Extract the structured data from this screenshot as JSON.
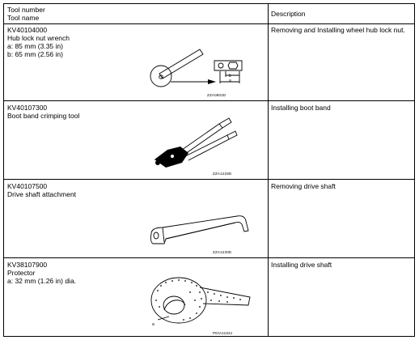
{
  "header": {
    "col1_line1": "Tool number",
    "col1_line2": "Tool name",
    "col2": "Description"
  },
  "tools": [
    {
      "number": "KV40104000",
      "name": "Hub lock nut wrench",
      "specs": [
        "a: 85 mm (3.35 in)",
        "b: 65 mm (2.56 in)"
      ],
      "figure_code": "ZZA0802D",
      "figure_labels": [
        "a",
        "b"
      ],
      "description": "Removing and Installing wheel hub lock nut."
    },
    {
      "number": "KV40107300",
      "name": "Boot band crimping tool",
      "specs": [],
      "figure_code": "ZZA1229D",
      "figure_labels": [],
      "description": "Installing boot band"
    },
    {
      "number": "KV40107500",
      "name": "Drive shaft attachment",
      "specs": [],
      "figure_code": "ZZA1230D",
      "figure_labels": [],
      "description": "Removing drive shaft"
    },
    {
      "number": "KV38107900",
      "name": "Protector",
      "specs": [
        "a: 32 mm (1.26 in) dia."
      ],
      "figure_code": "PDIA1183J",
      "figure_labels": [
        "a"
      ],
      "description": "Installing drive shaft"
    }
  ]
}
